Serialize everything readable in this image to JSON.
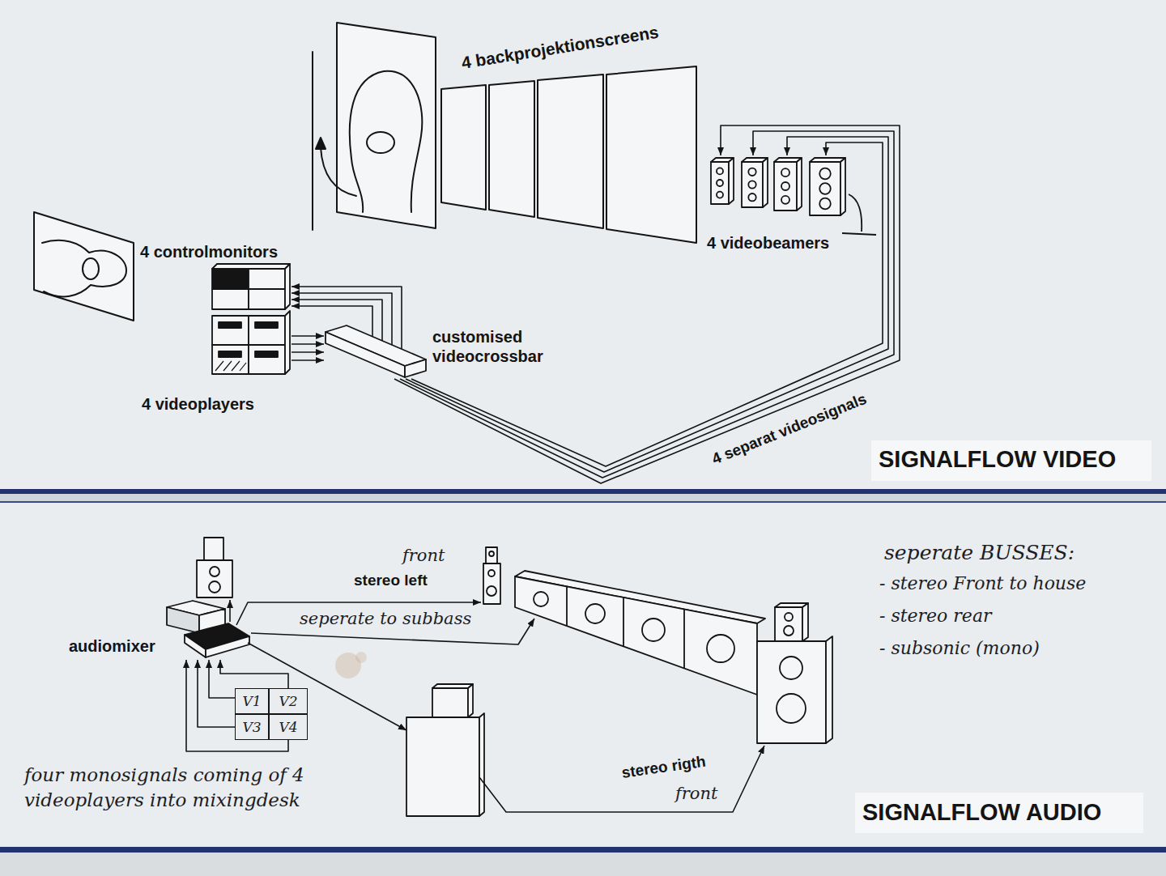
{
  "diagram": {
    "nodes": [
      {
        "text": [
          "4 backprojektionscreens"
        ]
      },
      {
        "text": [
          "4 videobeamers"
        ]
      },
      {
        "text": [
          "4 controlmonitors"
        ]
      },
      {
        "text": [
          "customised videocrossbar"
        ]
      },
      {
        "text": [
          "4 videoplayers"
        ]
      },
      {
        "text": [
          "audiomixer"
        ]
      },
      {
        "text": [
          "V1"
        ]
      },
      {
        "text": [
          "V2"
        ]
      },
      {
        "text": [
          "V3"
        ]
      },
      {
        "text": [
          "V4"
        ]
      }
    ],
    "edges": [
      {
        "from": 4,
        "to": 3,
        "arrow": "to"
      },
      {
        "from": 3,
        "to": 2,
        "arrow": "to"
      },
      {
        "from": 3,
        "to": 1,
        "label": "4 separat videosignals",
        "arrow": "to"
      },
      {
        "from": 6,
        "to": 5,
        "arrow": "to"
      },
      {
        "from": 7,
        "to": 5,
        "arrow": "to"
      },
      {
        "from": 8,
        "to": 5,
        "arrow": "to"
      },
      {
        "from": 9,
        "to": 5,
        "arrow": "to"
      }
    ],
    "labels": [
      "SIGNALFLOW VIDEO",
      "front",
      "stereo left",
      "seperate BUSSES:",
      "- stereo Front to house",
      "- stereo rear",
      "- subsonic (mono)",
      "seperate to subbass",
      "four monosignals coming of 4 videoplayers into mixingdesk",
      "stereo rigth",
      "front",
      "SIGNALFLOW AUDIO"
    ]
  }
}
